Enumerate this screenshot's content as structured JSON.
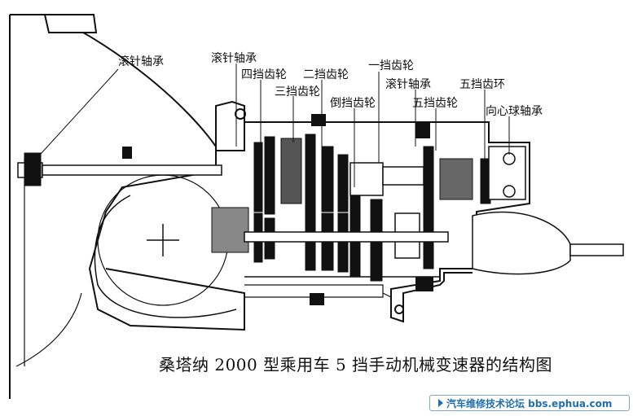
{
  "labels": {
    "roller_bearing_left": "滚针轴承",
    "roller_bearing_top": "滚针轴承",
    "fourth_gear": "四挡齿轮",
    "third_gear": "三挡齿轮",
    "second_gear": "二挡齿轮",
    "reverse_gear": "倒挡齿轮",
    "first_gear": "一挡齿轮",
    "roller_bearing_right": "滚针轴承",
    "fifth_gear": "五挡齿轮",
    "fifth_gear_ring": "五挡齿环",
    "radial_ball_bearing": "向心球轴承"
  },
  "caption": "桑塔纳 2000 型乘用车 5 挡手动机械变速器的结构图",
  "watermark": {
    "text": "汽车维修技术论坛 bbs.ephua.com"
  },
  "colors": {
    "ink": "#111111",
    "paper": "#ffffff",
    "watermark": "#1f6fb0"
  }
}
